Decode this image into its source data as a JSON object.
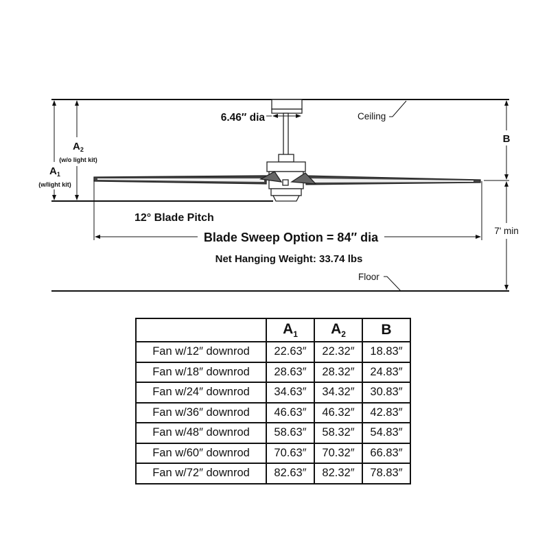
{
  "diagram": {
    "downrod_dia": "6.46″ dia",
    "ceiling_label": "Ceiling",
    "floor_label": "Floor",
    "b_label": "B",
    "min_label": "7' min",
    "a1": {
      "letter": "A",
      "sub": "1",
      "note": "(w/light kit)"
    },
    "a2": {
      "letter": "A",
      "sub": "2",
      "note": "(w/o light kit)"
    },
    "blade_pitch": "12° Blade Pitch",
    "blade_sweep": "Blade Sweep Option = 84″ dia",
    "weight": "Net Hanging Weight: 33.74 lbs"
  },
  "table": {
    "headers": [
      {
        "letter": "",
        "sub": ""
      },
      {
        "letter": "A",
        "sub": "1"
      },
      {
        "letter": "A",
        "sub": "2"
      },
      {
        "letter": "B",
        "sub": ""
      }
    ],
    "rows": [
      [
        "Fan w/12″ downrod",
        "22.63″",
        "22.32″",
        "18.83″"
      ],
      [
        "Fan w/18″ downrod",
        "28.63″",
        "28.32″",
        "24.83″"
      ],
      [
        "Fan w/24″ downrod",
        "34.63″",
        "34.32″",
        "30.83″"
      ],
      [
        "Fan w/36″ downrod",
        "46.63″",
        "46.32″",
        "42.83″"
      ],
      [
        "Fan w/48″ downrod",
        "58.63″",
        "58.32″",
        "54.83″"
      ],
      [
        "Fan w/60″ downrod",
        "70.63″",
        "70.32″",
        "66.83″"
      ],
      [
        "Fan w/72″ downrod",
        "82.63″",
        "82.32″",
        "78.83″"
      ]
    ]
  }
}
